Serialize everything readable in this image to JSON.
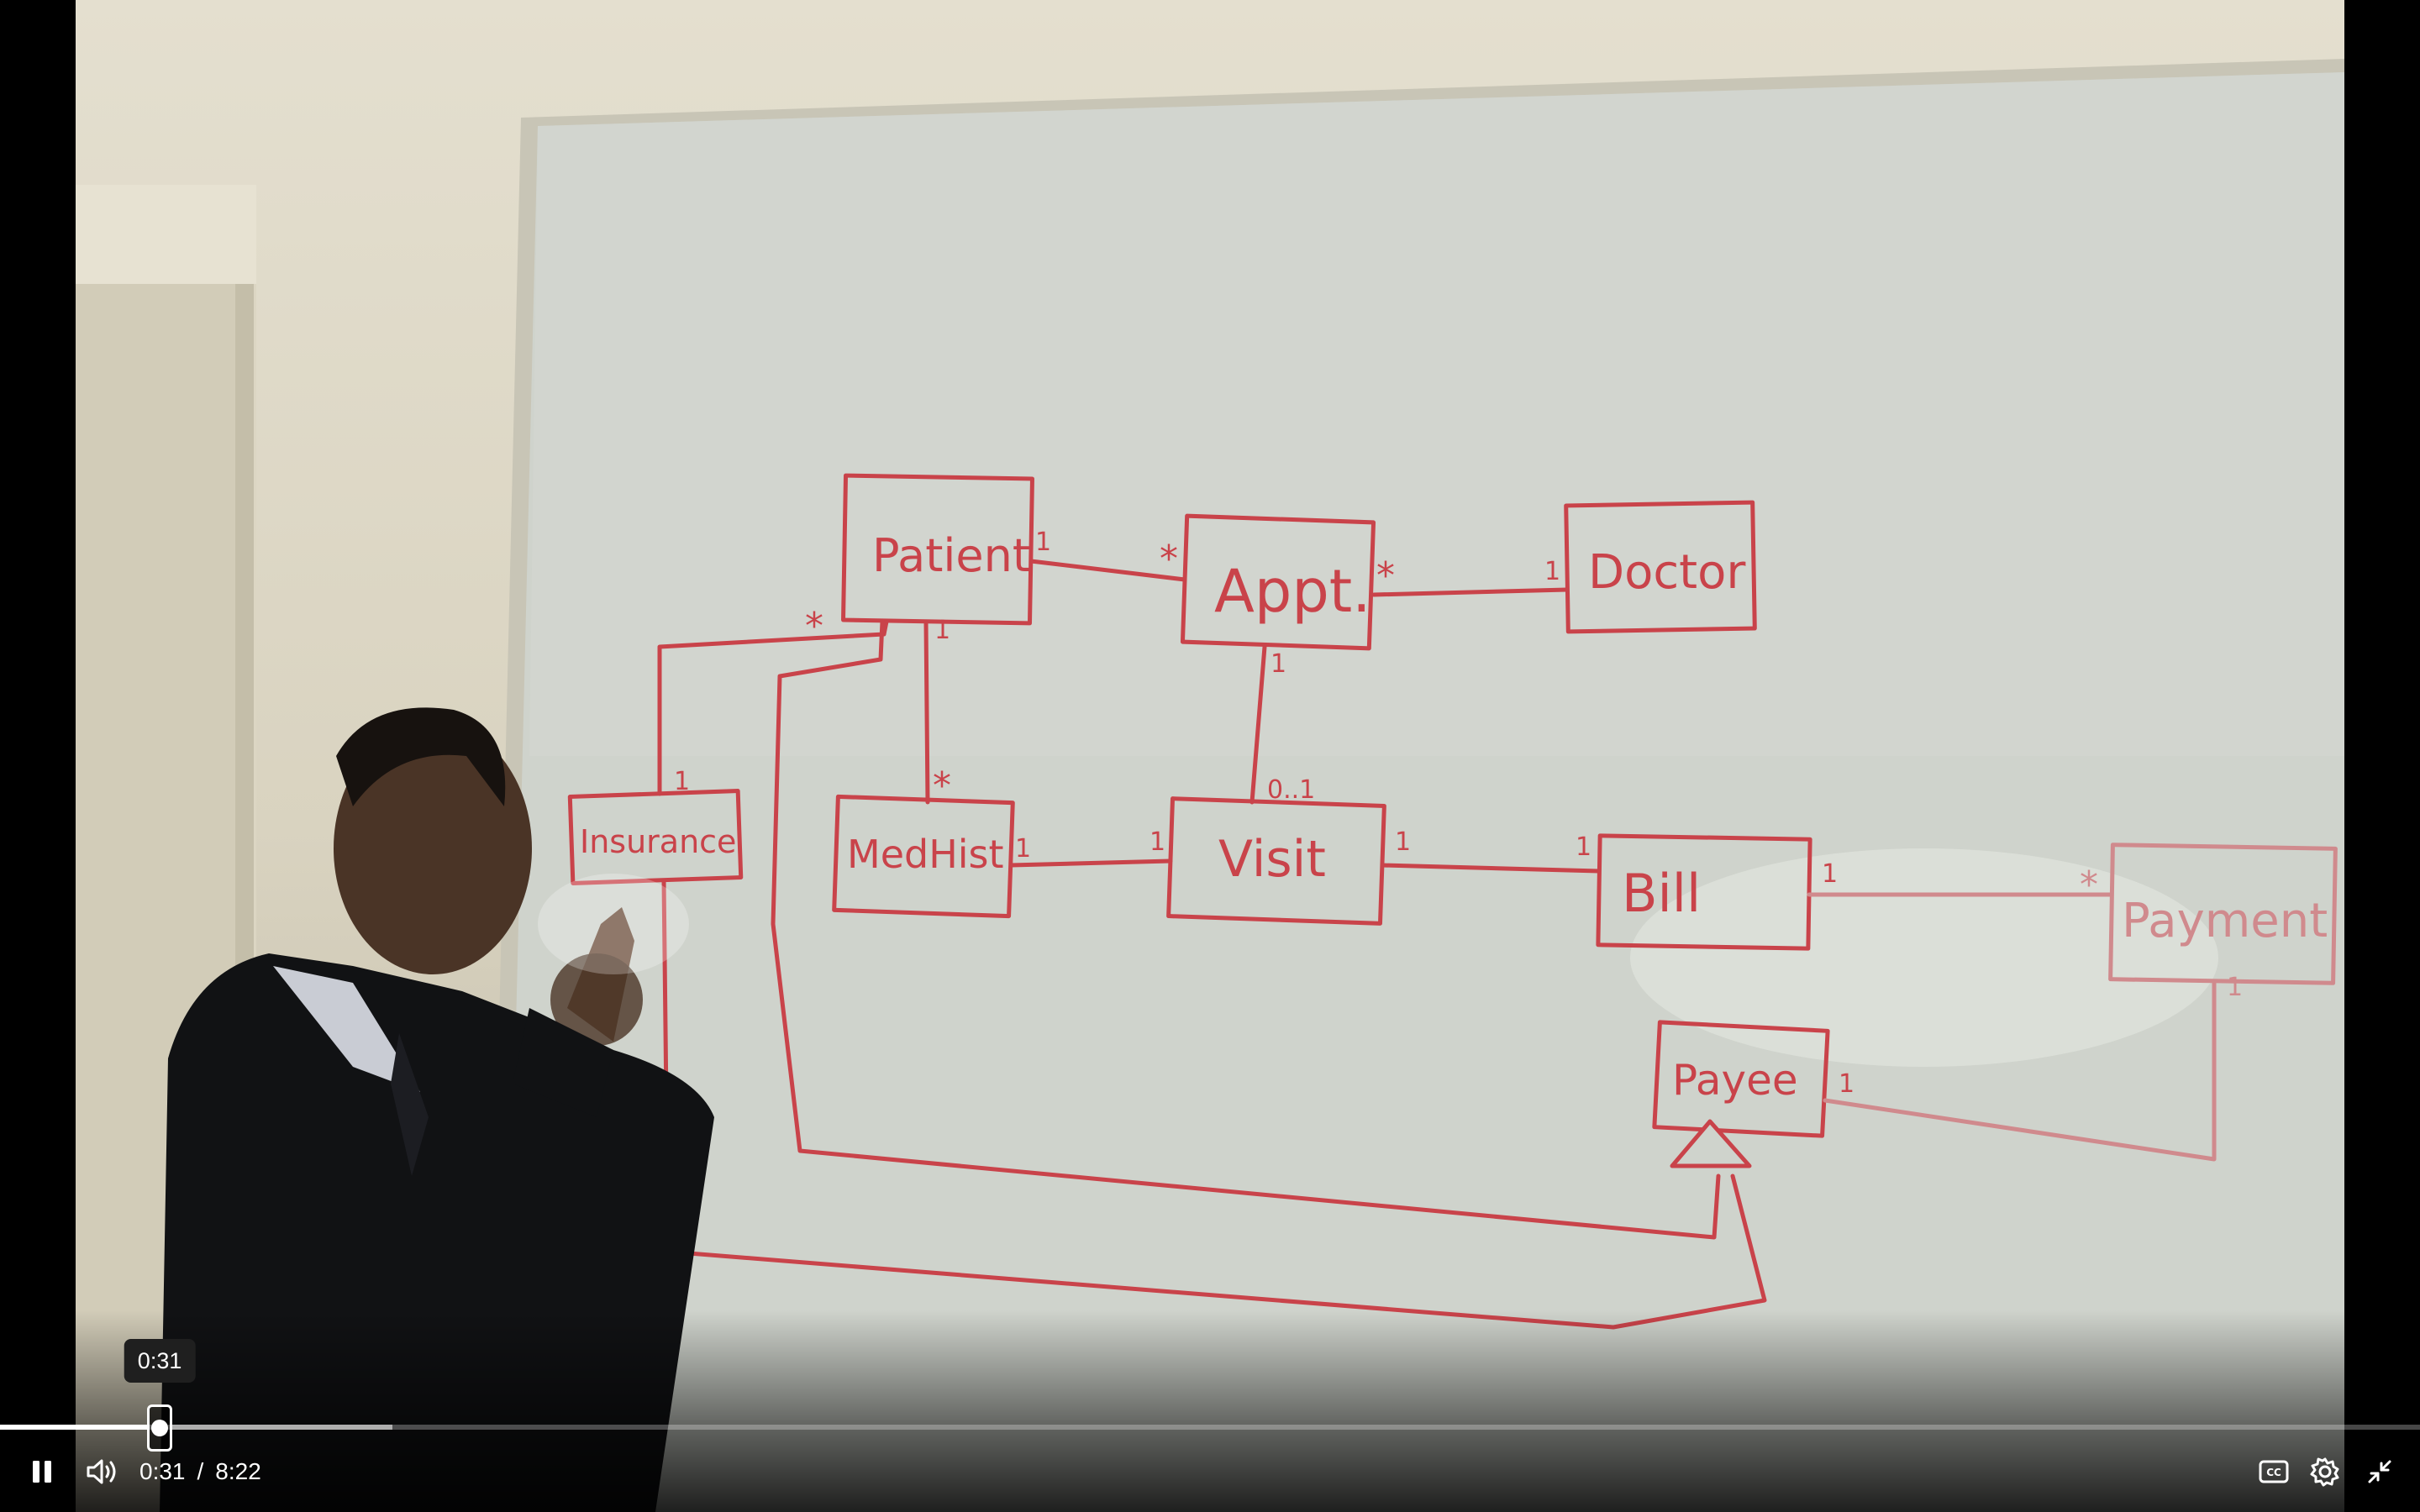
{
  "player": {
    "playback_state": "playing",
    "current_time": "0:31",
    "time_separator": "/",
    "duration": "8:22",
    "hover_time": "0:31",
    "played_fraction": 0.066,
    "buffered_fraction": 0.162
  },
  "controls": {
    "play_pause": {
      "icon": "pause-icon",
      "label": "Pause"
    },
    "volume": {
      "icon": "volume-icon",
      "label": "Mute"
    },
    "captions": {
      "icon": "closed-captions-icon",
      "label": "CC"
    },
    "settings": {
      "icon": "gear-icon",
      "label": "Settings"
    },
    "fullscreen": {
      "icon": "exit-fullscreen-icon",
      "label": "Exit full screen"
    }
  },
  "whiteboard": {
    "ink_color": "#c9434a",
    "classes": [
      "Patient",
      "Appt.",
      "Doctor",
      "Insurance",
      "MedHist",
      "Visit",
      "Bill",
      "Payment",
      "Payee"
    ],
    "multiplicities": {
      "patient_appt_left": "1",
      "patient_appt_right": "*",
      "appt_doctor_left": "*",
      "appt_doctor_right": "1",
      "patient_insurance_top": "*",
      "patient_insurance_bottom": "1",
      "patient_medhist_top": "1",
      "patient_medhist_bottom": "*",
      "appt_visit_top": "1",
      "appt_visit_bottom": "0..1",
      "medhist_visit_left": "1",
      "medhist_visit_right": "1",
      "visit_bill_left": "1",
      "visit_bill_right": "1",
      "bill_payment_left": "1",
      "bill_payment_right": "*",
      "payment_payee_top": "1",
      "payment_payee_left": "1"
    }
  }
}
